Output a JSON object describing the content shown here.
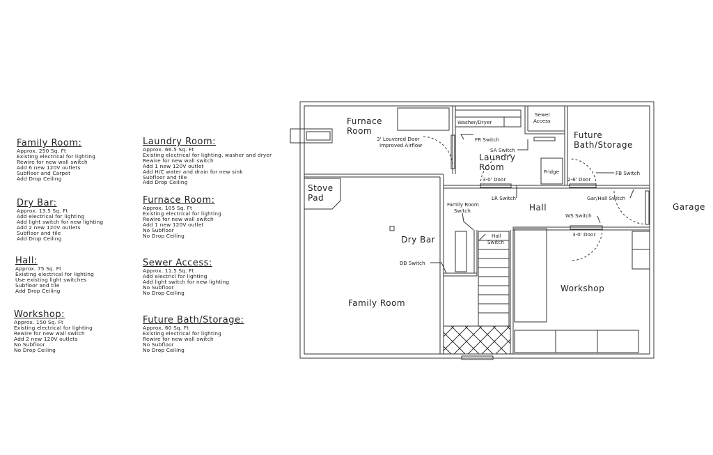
{
  "notes": [
    {
      "title": "Family Room:",
      "lines": [
        "Approx. 250 Sq. Ft",
        "Existing electrical for lighting",
        "Rewire for new wall switch",
        "Add 6 new 120V outlets",
        "Subfloor and Carpet",
        "Add Drop Ceiling"
      ]
    },
    {
      "title": "Dry Bar:",
      "lines": [
        "Approx. 13.5 Sq. Ft",
        "Add electrical for lighting",
        "Add light switch for new lighting",
        "Add 2 new 120V outlets",
        "Subfloor and tile",
        "Add Drop Ceiling"
      ]
    },
    {
      "title": "Hall:",
      "lines": [
        "Approx. 75 Sq. Ft",
        "Existing electrical for lighting",
        "Use existing light switches",
        "Subfloor and tile",
        "Add Drop Ceiling"
      ]
    },
    {
      "title": "Workshop:",
      "lines": [
        "Approx. 150 Sq. Ft",
        "Existing electrical for lighting",
        "Rewire for new wall switch",
        "Add 2 new 120V outlets",
        "No Subfloor",
        "No Drop Ceiling"
      ]
    },
    {
      "title": "Laundry Room:",
      "lines": [
        "Approx. 66.5 Sq. Ft",
        "Existing electrical for lighting, washer and dryer",
        "Rewire for new wall switch",
        "Add 1 new 120V outlet",
        "Add H/C water and drain for new sink",
        "Subfloor and tile",
        "Add Drop Ceiling"
      ]
    },
    {
      "title": "Furnace Room:",
      "lines": [
        "Approx. 105 Sq. Ft",
        "Existing electrical for lighting",
        "Rewire for new wall switch",
        "Add 1 new 120V outlet",
        "No Subfloor",
        "No Drop Ceiling"
      ]
    },
    {
      "title": "Sewer Access:",
      "lines": [
        "Approx. 11.5 Sq. Ft",
        "Add electricl for lighting",
        "Add light switch for new lighting",
        "No Subfloor",
        "No Drop Ceiling"
      ]
    },
    {
      "title": "Future Bath/Storage:",
      "lines": [
        "Approx. 60 Sq. Ft",
        "Existing electrical for lighting",
        "Rewire for new wall switch",
        "No Subfloor",
        "No Drop Ceiling"
      ]
    }
  ],
  "plan": {
    "rooms": {
      "furnace_room": [
        "Furnace",
        "Room"
      ],
      "laundry_room": [
        "Laundry",
        "Room"
      ],
      "future_bath": [
        "Future",
        "Bath/Storage"
      ],
      "stove_pad": [
        "Stove",
        "Pad"
      ],
      "hall": "Hall",
      "dry_bar": "Dry Bar",
      "family_room": "Family Room",
      "workshop": "Workshop",
      "garage": "Garage",
      "sewer_access": [
        "Sewer",
        "Access"
      ]
    },
    "fixtures": {
      "washer_dryer": "Washer/Dryer",
      "fridge": "Fridge",
      "louvered_door": [
        "3' Louvered Door",
        "Improved Airflow"
      ]
    },
    "doors": {
      "laundry_door": "3-0' Door",
      "bath_door": "2-6' Door",
      "workshop_door": "3-0' Door"
    },
    "switches": {
      "fr": "FR Switch",
      "sa": "SA Switch",
      "fb": "FB Switch",
      "lr": "LR Switch",
      "gar_hall": "Gar/Hall Switch",
      "ws": "WS Switch",
      "family_room": [
        "Family Room",
        "Switch"
      ],
      "hall": [
        "Hall",
        "Switch"
      ],
      "db": "DB Switch"
    }
  }
}
